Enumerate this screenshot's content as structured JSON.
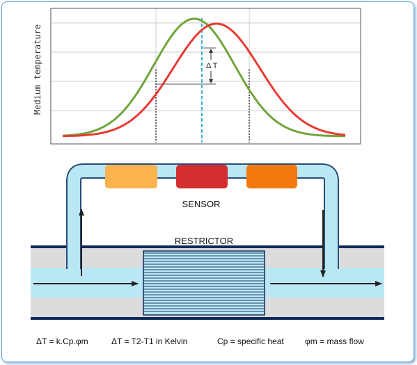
{
  "chart": {
    "ylabel": "Medium temperature",
    "delta_label": "Δ T",
    "colors": {
      "green": "#6fa53b",
      "red": "#e83a33",
      "center_line": "#38b0d8",
      "grid": "#cccccc"
    }
  },
  "diagram": {
    "sensor_label": "SENSOR",
    "restrictor_label": "RESTRICTOR",
    "colors": {
      "block_left": "#fbb34f",
      "block_mid": "#d42f2f",
      "block_right": "#f27a0c",
      "pipe_fill": "#b9e8f4",
      "pipe_border": "#0e2a5a",
      "gray_band": "#dcdcdc"
    }
  },
  "formulas": [
    "ΔT = k.Cp.φm",
    "ΔT = T2-T1 in Kelvin",
    "Cp = specific heat",
    "φm = mass flow"
  ]
}
